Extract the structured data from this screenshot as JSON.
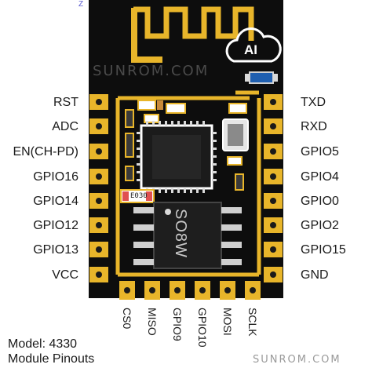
{
  "board": {
    "watermark_top": "SUNROM.COM",
    "watermark_bottom": "SUNROM.COM",
    "ai_badge": "AI",
    "chip_label": "SO8W",
    "resistor_label": "E030",
    "corner_mark": "Z"
  },
  "pins": {
    "left": [
      "RST",
      "ADC",
      "EN(CH-PD)",
      "GPIO16",
      "GPIO14",
      "GPIO12",
      "GPIO13",
      "VCC"
    ],
    "right": [
      "TXD",
      "RXD",
      "GPIO5",
      "GPIO4",
      "GPIO0",
      "GPIO2",
      "GPIO15",
      "GND"
    ],
    "bottom": [
      "CS0",
      "MISO",
      "GPIO9",
      "GPIO10",
      "MOSI",
      "SCLK"
    ]
  },
  "info": {
    "model_line": "Model: 4330",
    "caption_line": "Module Pinouts"
  },
  "colors": {
    "pcb": "#0d0d0d",
    "gold": "#e8b52a",
    "chip": "#1e1e1e",
    "accent_blue": "#1f5fb0"
  }
}
